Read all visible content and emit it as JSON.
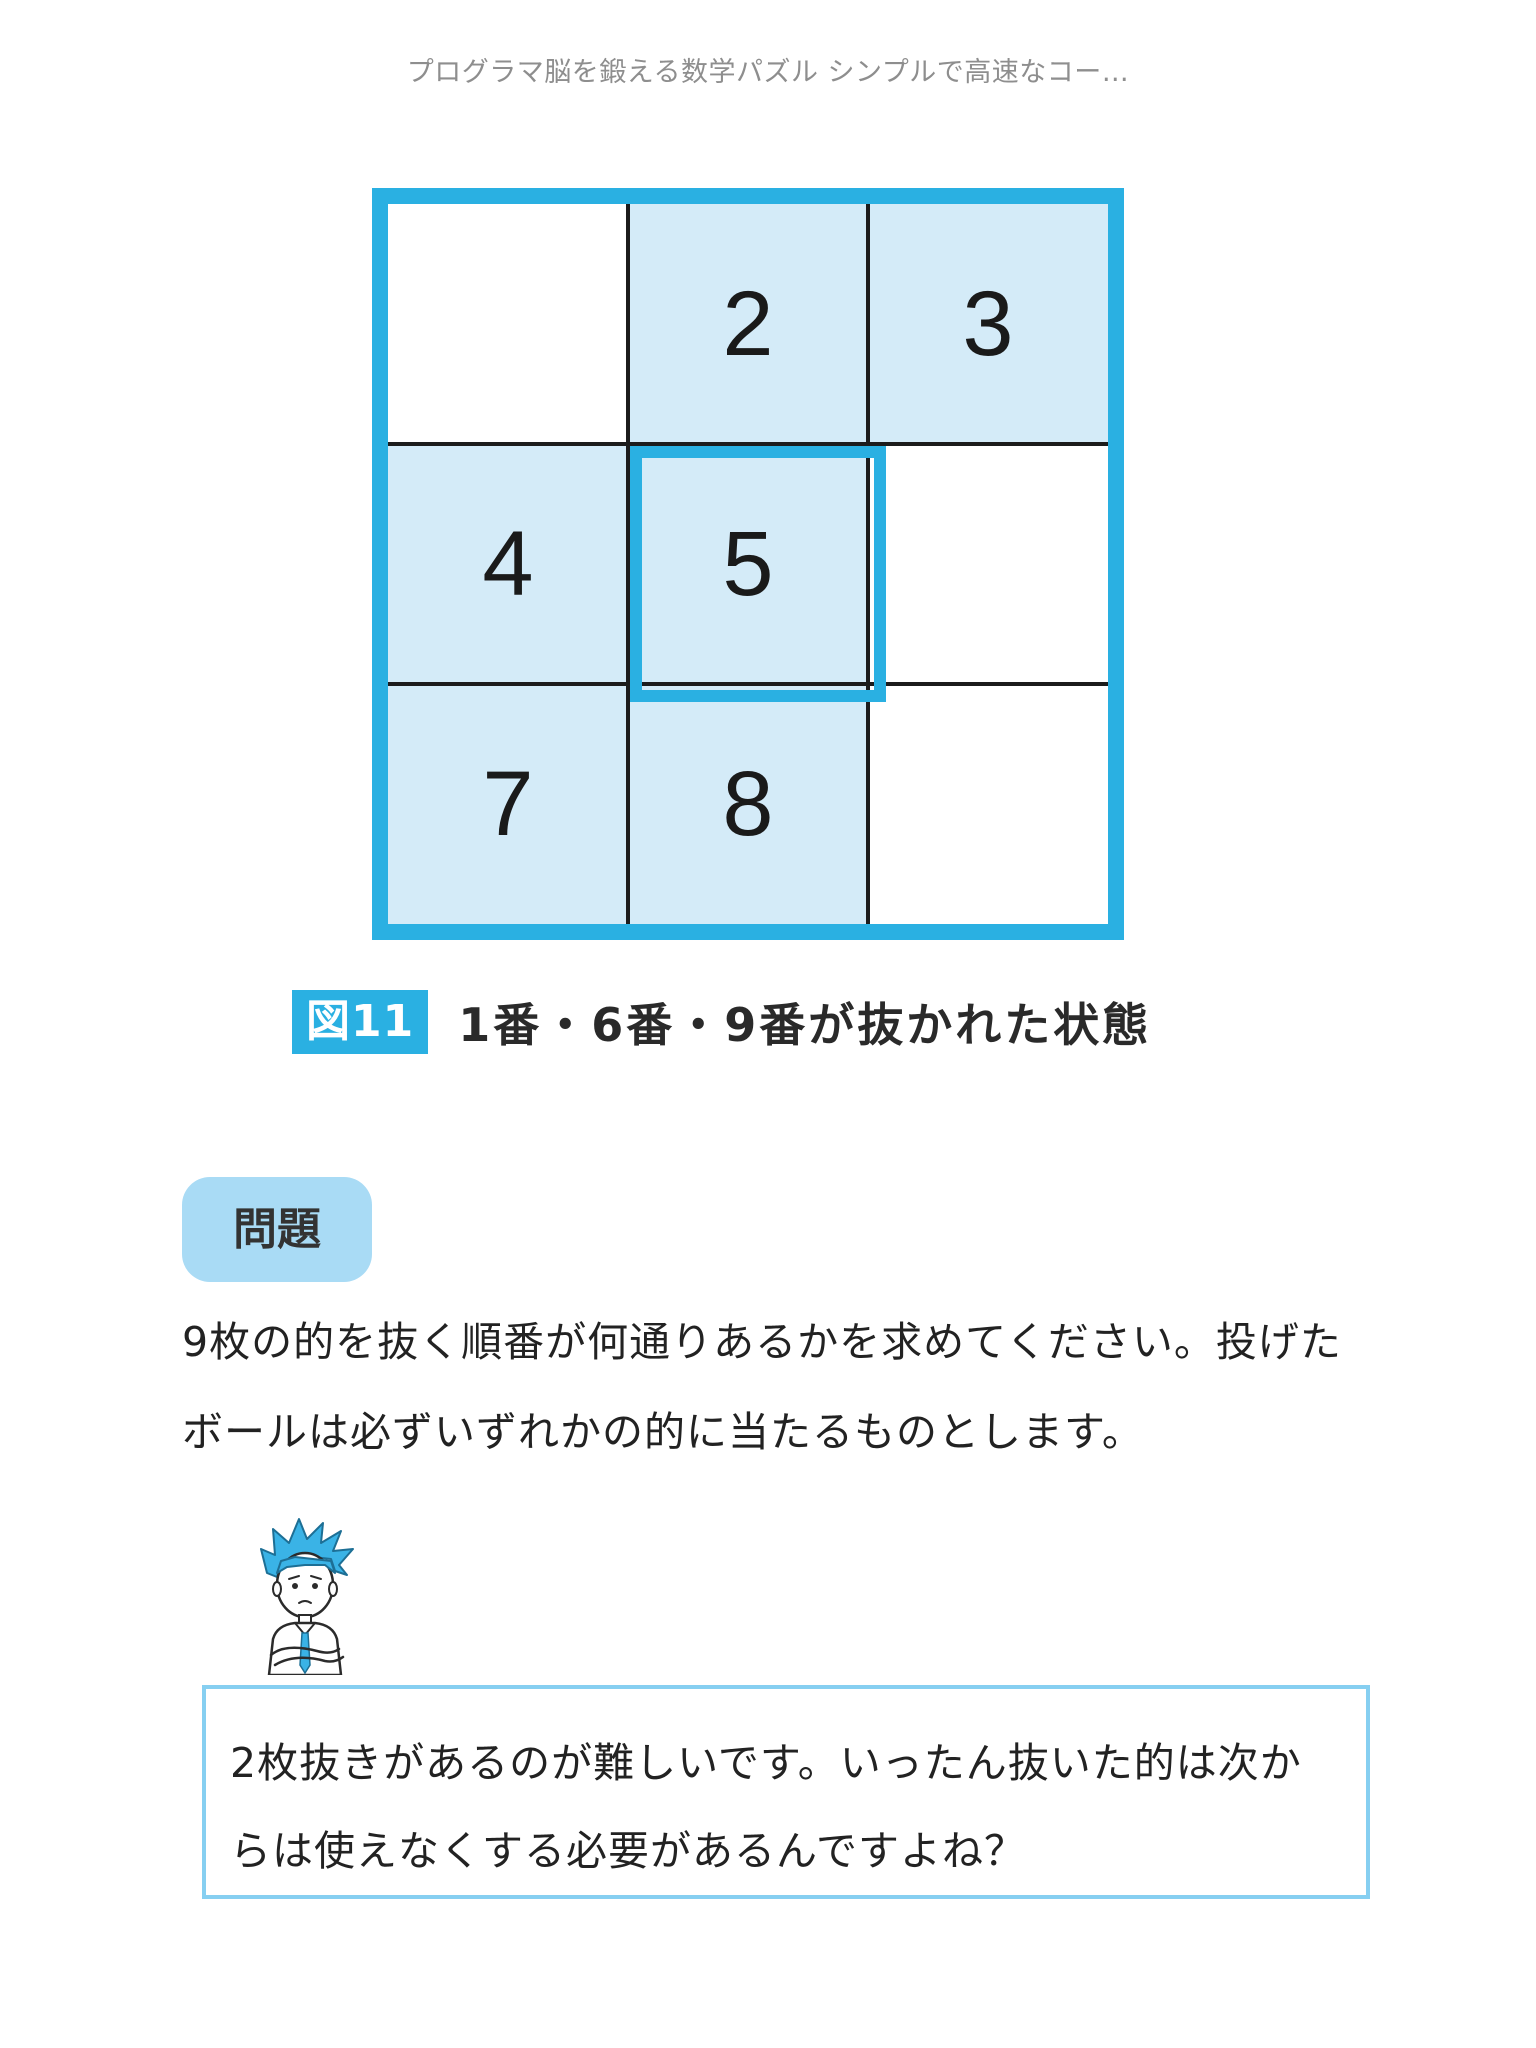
{
  "header": {
    "book_title": "プログラマ脳を鍛える数学パズル シンプルで高速なコー…"
  },
  "figure": {
    "cells": [
      {
        "value": "",
        "filled": false
      },
      {
        "value": "2",
        "filled": true
      },
      {
        "value": "3",
        "filled": true
      },
      {
        "value": "4",
        "filled": true
      },
      {
        "value": "5",
        "filled": true
      },
      {
        "value": "",
        "filled": false
      },
      {
        "value": "7",
        "filled": true
      },
      {
        "value": "8",
        "filled": true
      },
      {
        "value": "",
        "filled": false
      }
    ],
    "highlighted_value": "5",
    "label": "図11",
    "caption": "1番・6番・9番が抜かれた状態"
  },
  "question": {
    "badge": "問題",
    "line1": "9枚の的を抜く順番が何通りあるかを求めてください。投げた",
    "line2": "ボールは必ずいずれかの的に当たるものとします。"
  },
  "dialogue": {
    "line1": "2枚抜きがあるのが難しいです。いったん抜いた的は次か",
    "line2": "らは使えなくする必要があるんですよね？"
  },
  "colors": {
    "accent": "#2ab0e2",
    "cell_fill": "#d4ebf8",
    "badge": "#a9dbf5",
    "box_border": "#86cff1"
  }
}
